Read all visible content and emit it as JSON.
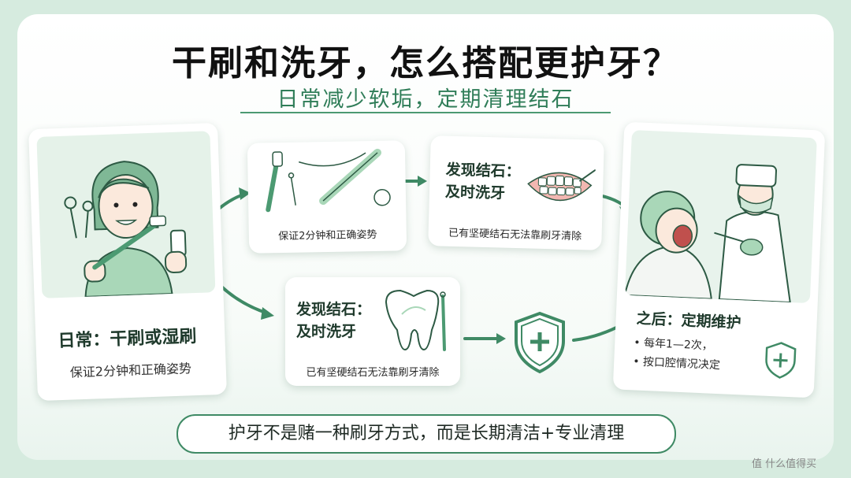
{
  "title": "干刷和洗牙，怎么搭配更护牙？",
  "subtitle": "日常减少软垢，定期清理结石",
  "daily": {
    "heading": "日常：干刷或湿刷",
    "caption": "保证2分钟和正确姿势"
  },
  "tools": {
    "caption": "保证2分钟和正确姿势"
  },
  "stone_top": {
    "heading_line1": "发现结石：",
    "heading_line2": "及时洗牙",
    "caption": "已有坚硬结石无法靠刷牙清除"
  },
  "stone_bottom": {
    "heading_line1": "发现结石：",
    "heading_line2": "及时洗牙",
    "caption": "已有坚硬结石无法靠刷牙清除"
  },
  "after": {
    "heading": "之后：定期维护",
    "bullets": [
      "每年1—2次，",
      "按口腔情况决定"
    ]
  },
  "banner": "护牙不是赌一种刷牙方式，而是长期清洁+专业清理",
  "watermark": "值 什么值得买",
  "colors": {
    "accent": "#2f7d58",
    "arrow": "#3f8a65",
    "panel": "#e5f2e9"
  }
}
